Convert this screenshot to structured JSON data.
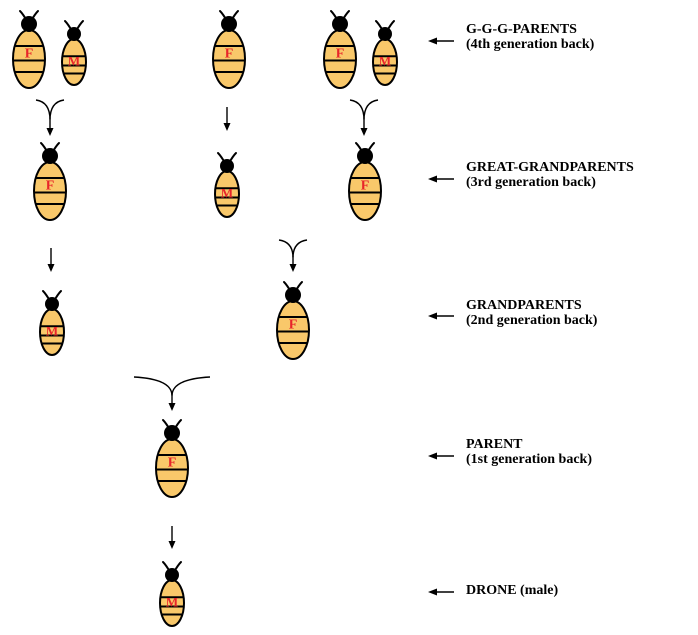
{
  "bees": [
    {
      "id": "ggg-1",
      "sex_letter": "F"
    },
    {
      "id": "ggg-2",
      "sex_letter": "M"
    },
    {
      "id": "ggg-3",
      "sex_letter": "F"
    },
    {
      "id": "ggg-4",
      "sex_letter": "F"
    },
    {
      "id": "ggg-5",
      "sex_letter": "M"
    },
    {
      "id": "gg-1",
      "sex_letter": "F"
    },
    {
      "id": "gg-2",
      "sex_letter": "M"
    },
    {
      "id": "gg-3",
      "sex_letter": "F"
    },
    {
      "id": "g-1",
      "sex_letter": "M"
    },
    {
      "id": "g-2",
      "sex_letter": "F"
    },
    {
      "id": "p-1",
      "sex_letter": "F"
    },
    {
      "id": "drone",
      "sex_letter": "M"
    }
  ],
  "generations": [
    {
      "id": "ggg",
      "title": "G-G-G-PARENTS",
      "subtitle": "(4th generation back)"
    },
    {
      "id": "gg",
      "title": "GREAT-GRANDPARENTS",
      "subtitle": "(3rd generation back)"
    },
    {
      "id": "g",
      "title": "GRANDPARENTS",
      "subtitle": "(2nd generation back)"
    },
    {
      "id": "p",
      "title": "PARENT",
      "subtitle": "(1st generation back)"
    },
    {
      "id": "d",
      "title": "DRONE  (male)",
      "subtitle": ""
    }
  ],
  "colors": {
    "body": "#f9c86a",
    "letter": "#e8252a",
    "outline": "#000000"
  }
}
